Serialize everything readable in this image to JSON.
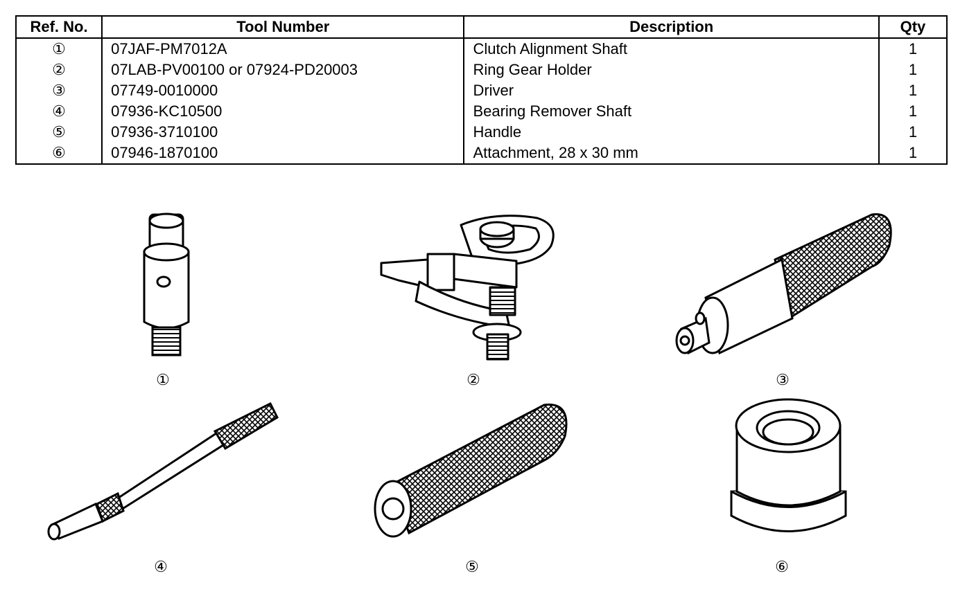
{
  "table": {
    "headers": {
      "ref": "Ref. No.",
      "tool": "Tool Number",
      "desc": "Description",
      "qty": "Qty"
    },
    "rows": [
      {
        "ref": "①",
        "tool": "07JAF-PM7012A",
        "desc": "Clutch Alignment Shaft",
        "qty": "1"
      },
      {
        "ref": "②",
        "tool": "07LAB-PV00100 or 07924-PD20003",
        "desc": "Ring Gear Holder",
        "qty": "1"
      },
      {
        "ref": "③",
        "tool": "07749-0010000",
        "desc": "Driver",
        "qty": "1"
      },
      {
        "ref": "④",
        "tool": "07936-KC10500",
        "desc": "Bearing Remover Shaft",
        "qty": "1"
      },
      {
        "ref": "⑤",
        "tool": "07936-3710100",
        "desc": "Handle",
        "qty": "1"
      },
      {
        "ref": "⑥",
        "tool": "07946-1870100",
        "desc": "Attachment, 28 x 30 mm",
        "qty": "1"
      }
    ]
  },
  "figures": {
    "fig1": "①",
    "fig2": "②",
    "fig3": "③",
    "fig4": "④",
    "fig5": "⑤",
    "fig6": "⑥"
  }
}
